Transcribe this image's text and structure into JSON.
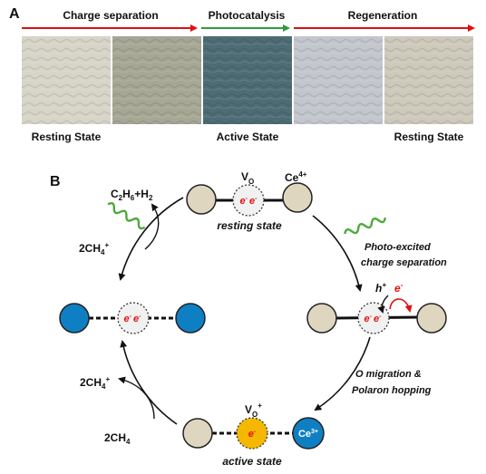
{
  "panel_a": {
    "label": "A",
    "stages": [
      "Charge separation",
      "Photocatalysis",
      "Regeneration"
    ],
    "captions": {
      "left": "Resting State",
      "middle": "Active State",
      "right": "Resting State"
    },
    "photo_colors": [
      "#d7d5c8",
      "#a6a795",
      "#4e6c74",
      "#c3c6cc",
      "#cdc9bb"
    ]
  },
  "panel_b": {
    "label": "B",
    "top": {
      "vacancy": "V",
      "vacancy_sub": "O",
      "electron": "e",
      "electron_sup": "-",
      "ion": "Ce",
      "ion_sup": "4+",
      "state": "resting state"
    },
    "bottom": {
      "vacancy": "V",
      "vacancy_sub": "O",
      "vacancy_sup": "+",
      "electron": "e",
      "electron_sup": "-",
      "ion": "Ce",
      "ion_sup": "3+",
      "state": "active state"
    },
    "right": {
      "hole": "h",
      "hole_sup": "+",
      "electron": "e",
      "electron_sup": "-",
      "step1": "Photo-excited",
      "step2": "charge separation",
      "step3": "O migration &",
      "step4": "Polaron hopping"
    },
    "left_top": {
      "product_a": "C",
      "product_a_sub1": "2",
      "product_a_mid": "H",
      "product_a_sub2": "6",
      "product_b": "+H",
      "product_b_sub": "2",
      "reactant": "2CH",
      "reactant_sub": "4",
      "reactant_sup": "+"
    },
    "left_bottom": {
      "product": "2CH",
      "product_sub": "4",
      "product_sup": "+",
      "reactant": "2CH",
      "reactant_sub": "4"
    },
    "colors": {
      "sphere": "#dfd6c0",
      "blue_sphere": "#0f7fc4",
      "yellow_sphere": "#f5b800",
      "electron": "#e01010",
      "arrow_red": "#e01010",
      "arrow_green": "#2e9a3e",
      "wave": "#4ea83a"
    }
  }
}
